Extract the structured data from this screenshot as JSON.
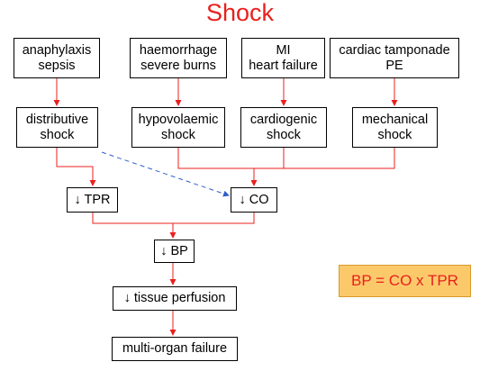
{
  "title": "Shock",
  "causes": [
    {
      "line1": "anaphylaxis",
      "line2": "sepsis"
    },
    {
      "line1": "haemorrhage",
      "line2": "severe burns"
    },
    {
      "line1": "MI",
      "line2": "heart failure"
    },
    {
      "line1": "cardiac tamponade",
      "line2": "PE"
    }
  ],
  "types": [
    {
      "line1": "distributive",
      "line2": "shock"
    },
    {
      "line1": "hypovolaemic",
      "line2": "shock"
    },
    {
      "line1": "cardiogenic",
      "line2": "shock"
    },
    {
      "line1": "mechanical",
      "line2": "shock"
    }
  ],
  "tpr": "↓ TPR",
  "co": "↓ CO",
  "bp": "↓ BP",
  "perfusion": "↓ tissue perfusion",
  "failure": "multi-organ failure",
  "equation": "BP = CO x TPR",
  "colors": {
    "title": "#e8211e",
    "arrow": "#e8211e",
    "dashed": "#2f5ec9",
    "equation_bg": "#fcc96a"
  }
}
